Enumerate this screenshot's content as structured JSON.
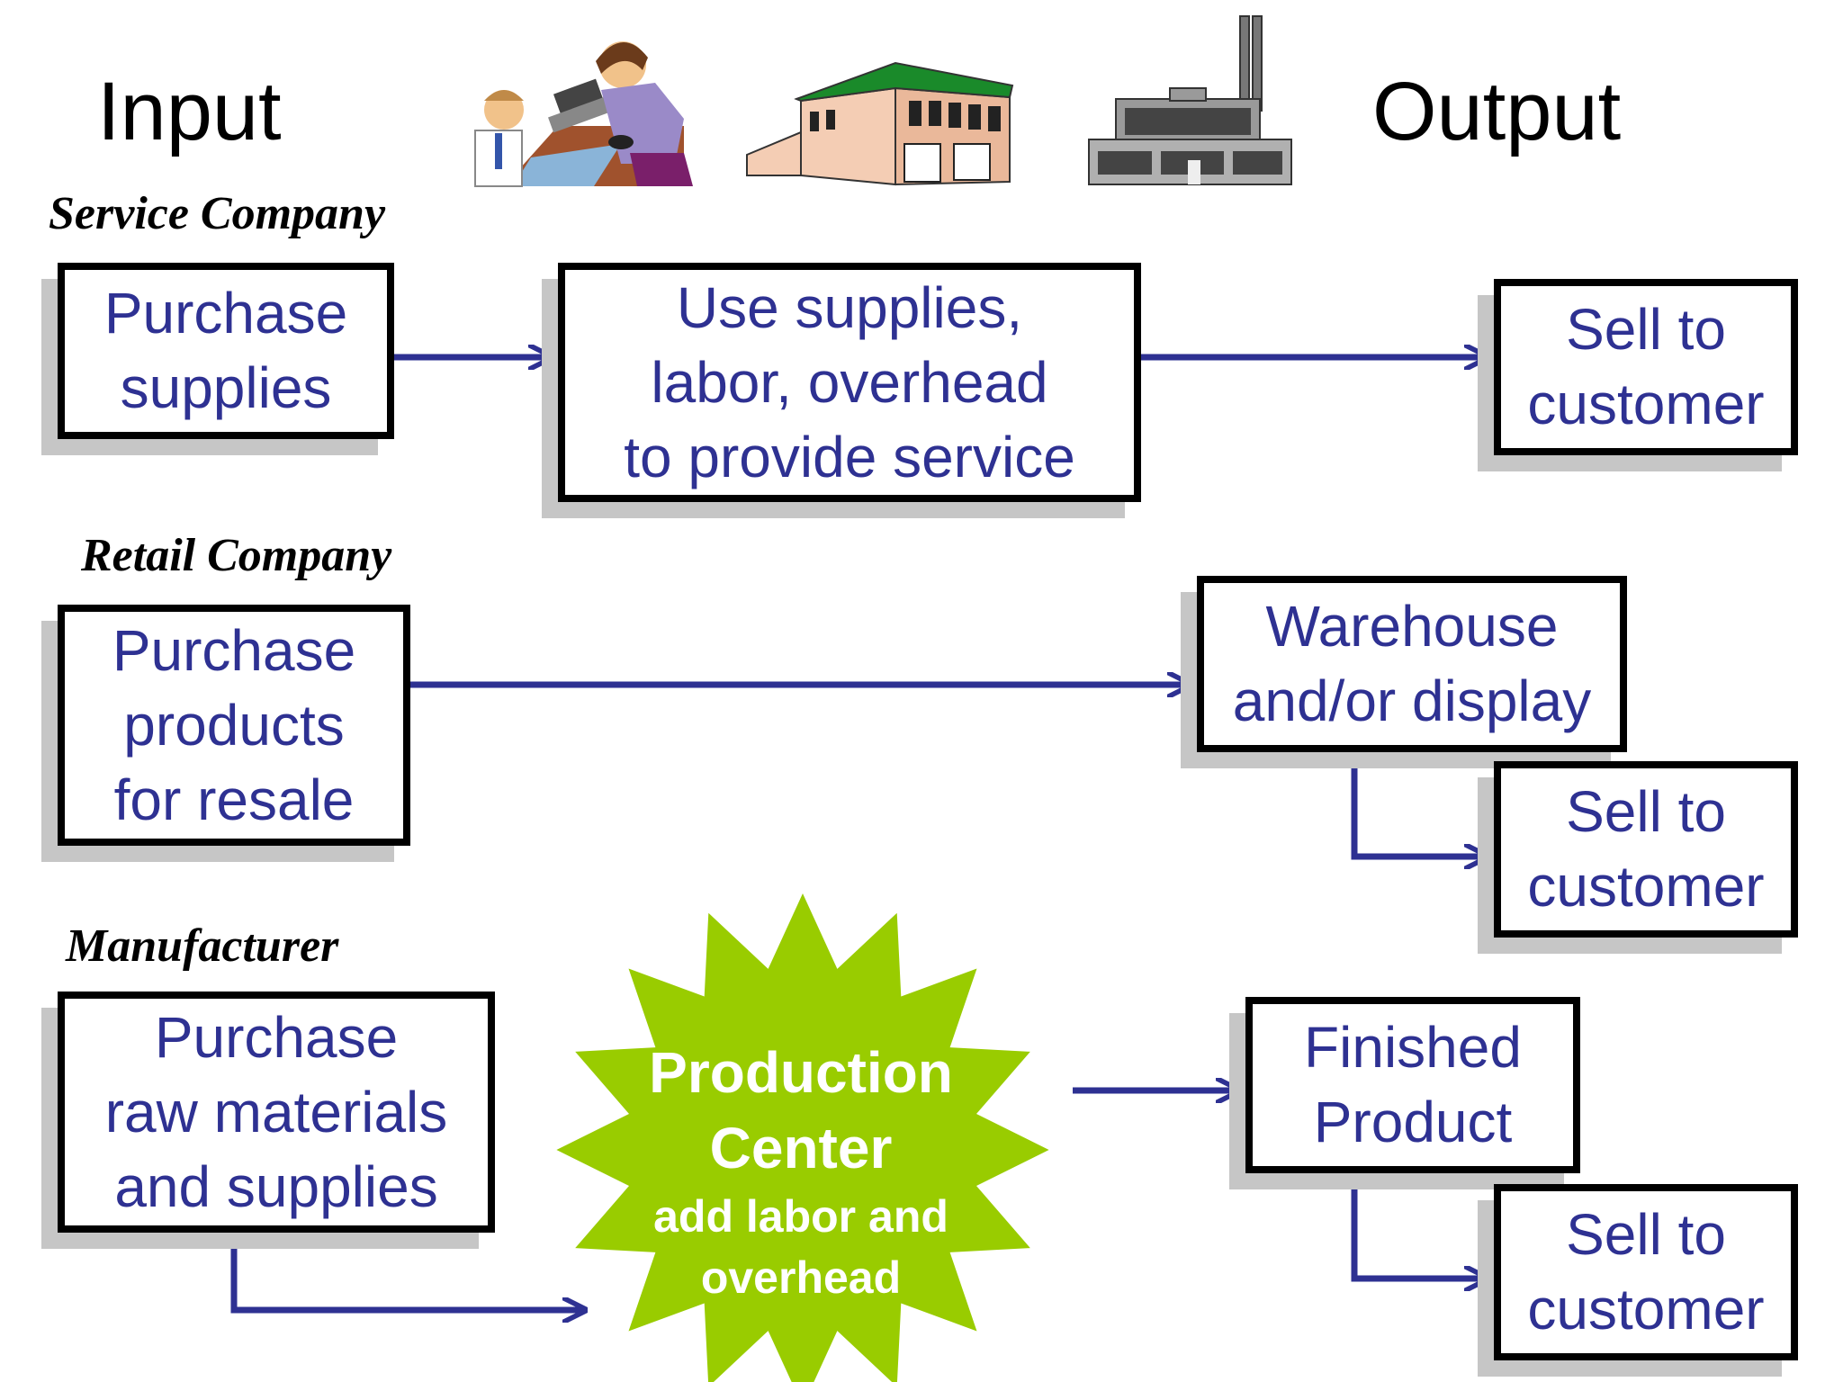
{
  "header": {
    "input": "Input",
    "output": "Output"
  },
  "sections": {
    "service": "Service Company",
    "retail": "Retail Company",
    "manufacturer": "Manufacturer"
  },
  "service": {
    "purchase": [
      "Purchase",
      "supplies"
    ],
    "use": [
      "Use supplies,",
      "labor, overhead",
      "to provide service"
    ],
    "sell": [
      "Sell to",
      "customer"
    ]
  },
  "retail": {
    "purchase": [
      "Purchase",
      "products",
      "for resale"
    ],
    "warehouse": [
      "Warehouse",
      "and/or display"
    ],
    "sell": [
      "Sell to",
      "customer"
    ]
  },
  "manufacturer": {
    "purchase": [
      "Purchase",
      "raw materials",
      "and supplies"
    ],
    "production": [
      "Production",
      "Center",
      "add labor and",
      "overhead"
    ],
    "finished": [
      "Finished",
      "Product"
    ],
    "sell": [
      "Sell to",
      "customer"
    ]
  },
  "icons": [
    "office-workers-icon",
    "retail-store-icon",
    "factory-icon"
  ],
  "colors": {
    "text": "#2e3192",
    "arrow": "#2e3192",
    "star": "#99cc00",
    "shadow": "#c6c6c6"
  }
}
